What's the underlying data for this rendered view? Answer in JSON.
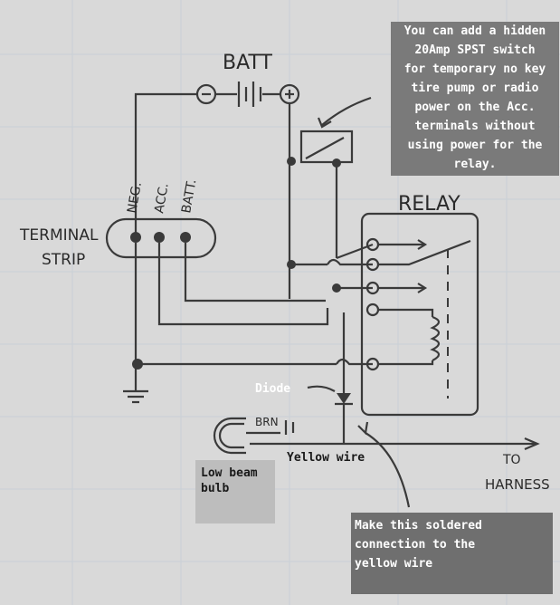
{
  "annotations": {
    "hidden_switch_note": [
      "You can add a hidden",
      "20Amp SPST switch",
      "for temporary no key",
      "tire pump or radio",
      "power on the Acc.",
      "terminals without",
      "using power for the",
      "relay."
    ],
    "solder_note": [
      "Make this soldered",
      "connection to the",
      "yellow wire"
    ],
    "bulb_note": [
      "Low beam",
      "bulb"
    ],
    "yellow_wire": "Yellow wire",
    "diode": "Diode"
  },
  "handwritten": {
    "batt": "BATT",
    "relay": "RELAY",
    "terminal_strip_line1": "TERMINAL",
    "terminal_strip_line2": "STRIP",
    "terminal_neg": "NEG.",
    "terminal_acc": "ACC.",
    "terminal_batt": "BATT.",
    "brn": "BRN",
    "to": "TO",
    "harness": "HARNESS"
  },
  "colors": {
    "paper": "#d9d9d9",
    "ink": "#3a3a3a"
  }
}
